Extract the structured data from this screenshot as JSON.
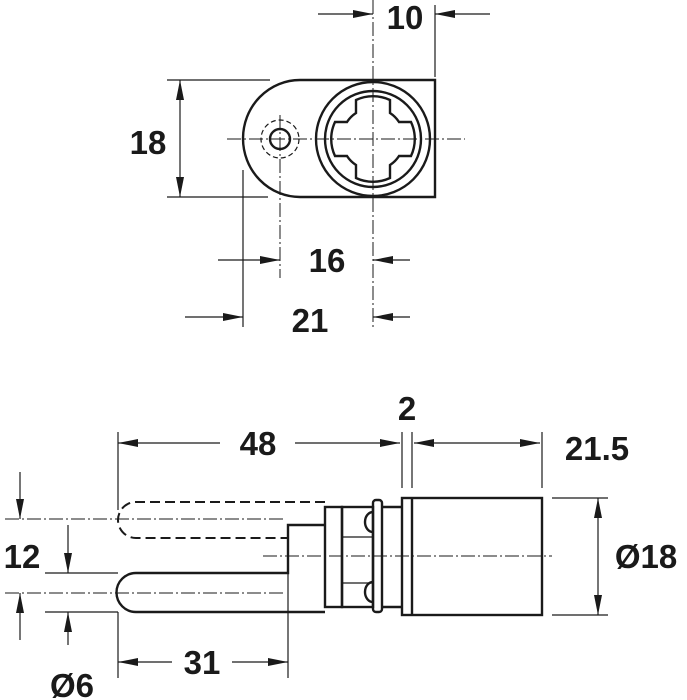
{
  "top_view": {
    "dim_width": "10",
    "dim_height": "18",
    "dim_hole_spacing": "16",
    "dim_total": "21"
  },
  "side_view": {
    "dim_stroke": "48",
    "dim_flange": "2",
    "dim_cylinder_length": "21.5",
    "dim_offset": "12",
    "dim_diameter": "Ø18",
    "dim_pin_diameter": "Ø6",
    "dim_pin_length": "31"
  },
  "colors": {
    "line": "#1a1a1a",
    "background": "#ffffff"
  }
}
